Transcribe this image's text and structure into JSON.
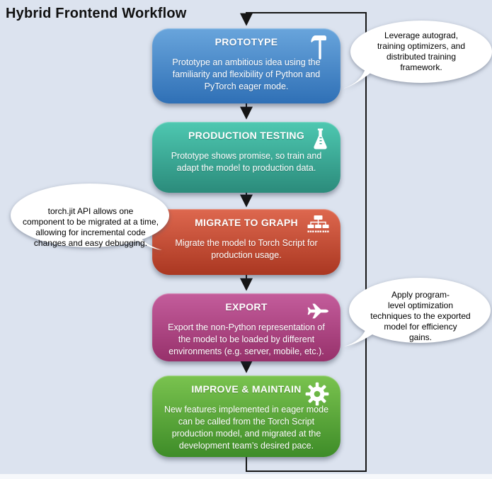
{
  "page": {
    "title": "Hybrid Frontend Workflow",
    "background_color": "#dce3ef",
    "connector_color": "#151515"
  },
  "steps": [
    {
      "title": "PROTOTYPE",
      "icon": "hammer-icon",
      "description": "Prototype an ambitious idea using the\nfamiliarity and flexibility of Python and\nPyTorch eager mode.",
      "color_top": "#69a5dc",
      "color_bottom": "#2f70b6"
    },
    {
      "title": "PRODUCTION TESTING",
      "icon": "flask-icon",
      "description": "Prototype shows promise, so train and\nadapt the model to production data.",
      "color_top": "#4ec8b1",
      "color_bottom": "#2b8b7b"
    },
    {
      "title": "MIGRATE TO GRAPH",
      "icon": "sitemap-icon",
      "description": "Migrate the model to Torch Script for\nproduction usage.",
      "color_top": "#de684f",
      "color_bottom": "#aa3721"
    },
    {
      "title": "EXPORT",
      "icon": "plane-icon",
      "description": "Export the non-Python representation of\nthe model to be loaded by different\nenvironments (e.g. server, mobile, etc.).",
      "color_top": "#c45d9c",
      "color_bottom": "#97316b"
    },
    {
      "title": "IMPROVE & MAINTAIN",
      "icon": "gear-icon",
      "description": "New features implemented in eager mode\ncan be called from the Torch Script\nproduction model, and migrated at the\ndevelopment team’s desired pace.",
      "color_top": "#7ac34f",
      "color_bottom": "#3e8c28"
    }
  ],
  "callouts": [
    {
      "attached_to": "PROTOTYPE",
      "side": "right",
      "text": "Leverage autograd,\ntraining optimizers, and\ndistributed training\nframework."
    },
    {
      "attached_to": "MIGRATE TO GRAPH",
      "side": "left",
      "text": "torch.jit API allows one\ncomponent to be migrated at a time,\nallowing for incremental code\nchanges and easy debugging."
    },
    {
      "attached_to": "EXPORT",
      "side": "right",
      "text": "Apply program-\nlevel optimization\ntechniques to the exported\nmodel for efficiency\ngains."
    }
  ]
}
